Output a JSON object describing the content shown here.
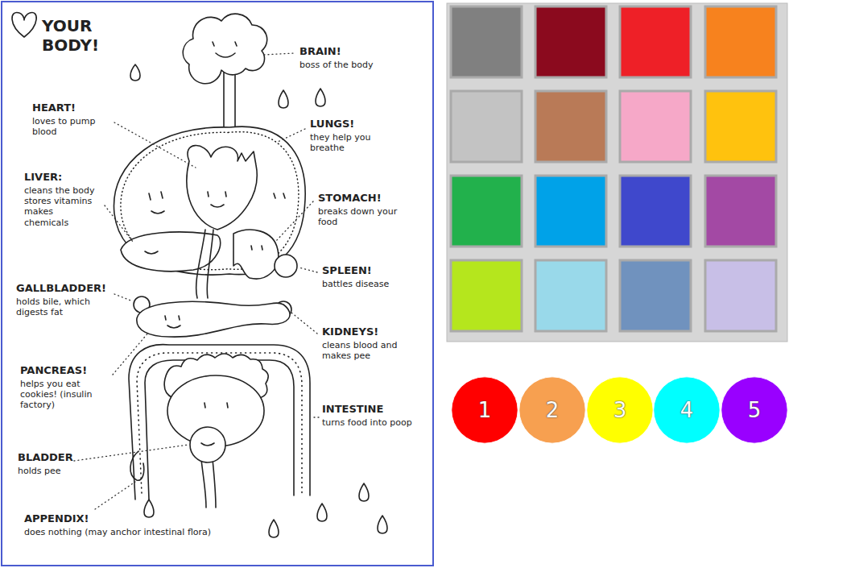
{
  "diagram": {
    "title": "YOUR BODY!",
    "nodes": [
      {
        "text": [
          "1"
        ]
      },
      {
        "text": [
          "2"
        ]
      },
      {
        "text": [
          "3"
        ]
      },
      {
        "text": [
          "4"
        ]
      },
      {
        "text": [
          "5"
        ]
      }
    ],
    "labels": [
      "BRAIN!",
      "boss of the body",
      "HEART!",
      "loves to pump blood",
      "LUNGS!",
      "they help you breathe",
      "LIVER:",
      "cleans the body stores vitamins makes chemicals",
      "STOMACH!",
      "breaks down your food",
      "SPLEEN!",
      "battles disease",
      "GALLBLADDER!",
      "holds bile, which digests fat",
      "KIDNEYS!",
      "cleans blood and makes pee",
      "PANCREAS!",
      "helps you eat cookies! (insulin factory)",
      "INTESTINE",
      "turns food into poop",
      "BLADDER",
      "holds pee",
      "APPENDIX!",
      "does nothing (may anchor intestinal flora)"
    ]
  }
}
